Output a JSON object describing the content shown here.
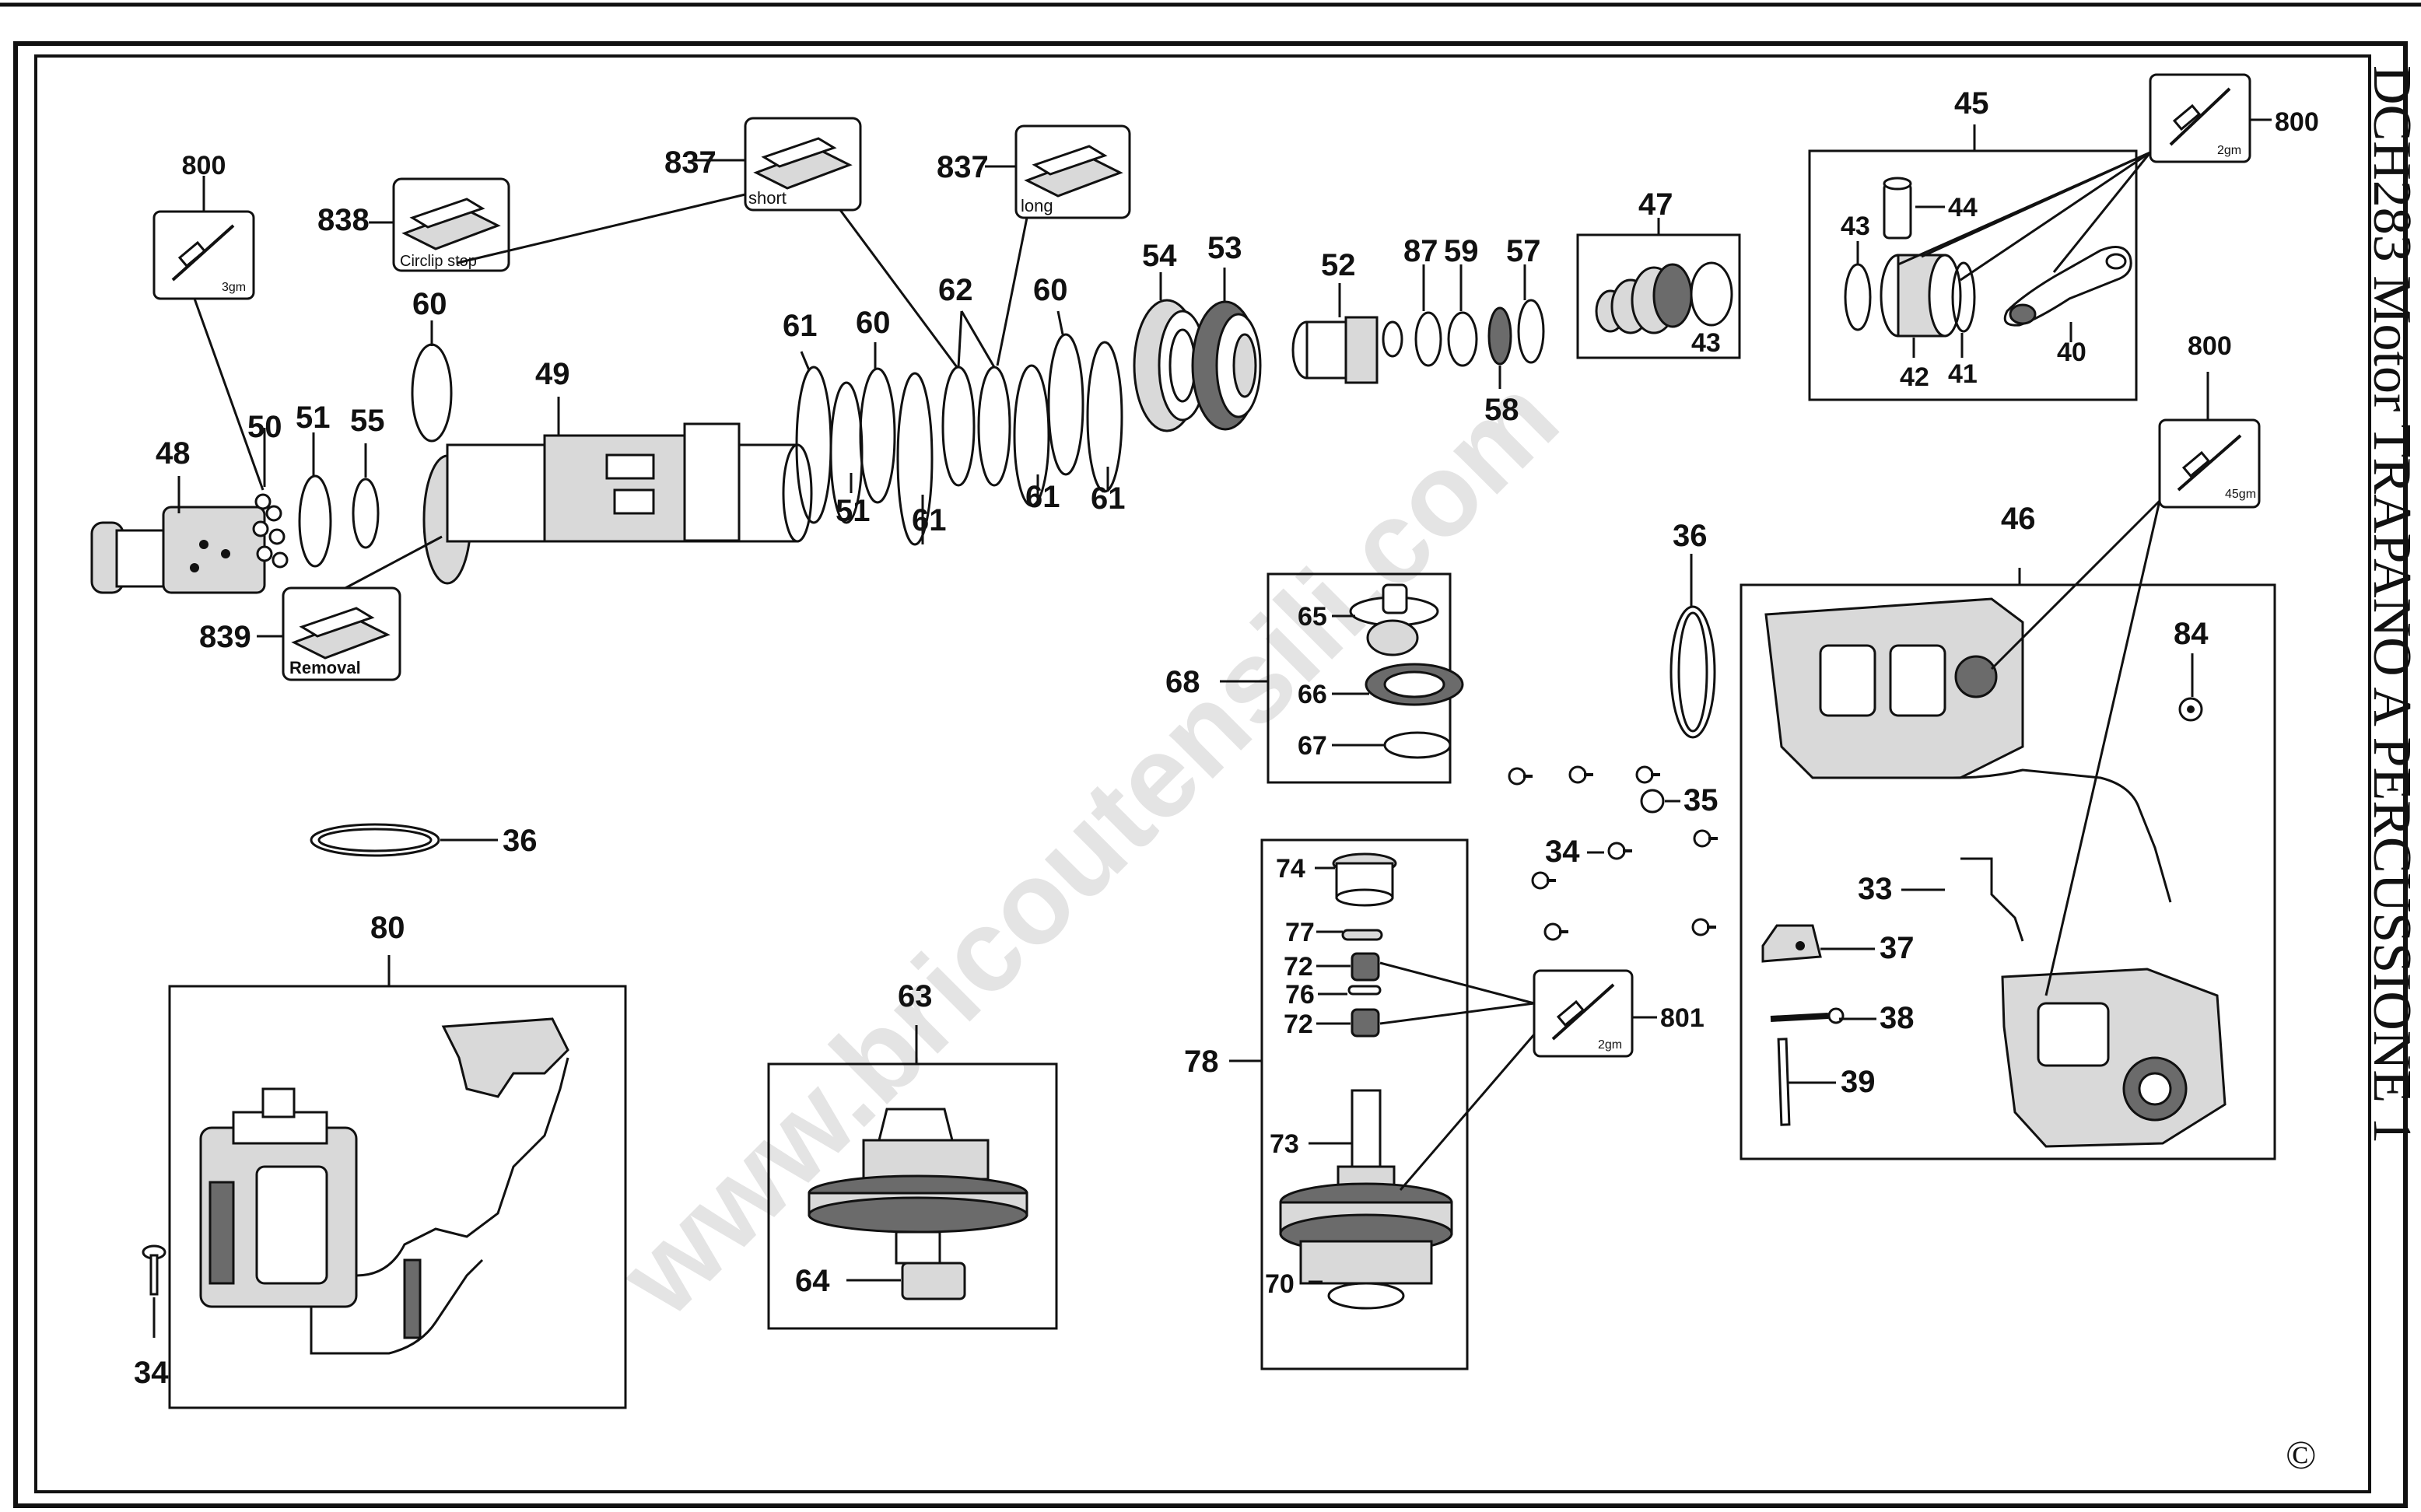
{
  "title": "DCH283  Motor  TRAPANO A PERCUSSIONE 1",
  "watermark": "www.bricoutensili.com",
  "copyright": "©",
  "callouts": {
    "c800a": "800",
    "c838": "838",
    "c837a": "837",
    "c837b": "837",
    "c60a": "60",
    "c49": "49",
    "c50": "50",
    "c51a": "51",
    "c55": "55",
    "c48": "48",
    "c839": "839",
    "c61a": "61",
    "c60b": "60",
    "c62": "62",
    "c60c": "60",
    "c54": "54",
    "c53": "53",
    "c51b": "51",
    "c61b": "61",
    "c61c": "61",
    "c61d": "61",
    "c52": "52",
    "c87": "87",
    "c59": "59",
    "c57": "57",
    "c58": "58",
    "c47": "47",
    "c43a": "43",
    "c45": "45",
    "c800b": "800",
    "c43b": "43",
    "c44": "44",
    "c42": "42",
    "c41": "41",
    "c40": "40",
    "c800c": "800",
    "c46": "46",
    "c84": "84",
    "c36a": "36",
    "c65": "65",
    "c66": "66",
    "c67": "67",
    "c68": "68",
    "c35": "35",
    "c34a": "34",
    "c33": "33",
    "c37": "37",
    "c38": "38",
    "c39": "39",
    "c36b": "36",
    "c80": "80",
    "c34b": "34",
    "c63": "63",
    "c64": "64",
    "c74": "74",
    "c77": "77",
    "c72a": "72",
    "c76": "76",
    "c72b": "72",
    "c78": "78",
    "c73": "73",
    "c70": "70",
    "c801": "801"
  },
  "tags": {
    "circlip_stop": "Circlip stop",
    "short": "short",
    "long": "long",
    "removal": "Removal",
    "grease_3": "3gm",
    "grease_2a": "2gm",
    "grease_45": "45gm",
    "grease_2b": "2gm"
  }
}
